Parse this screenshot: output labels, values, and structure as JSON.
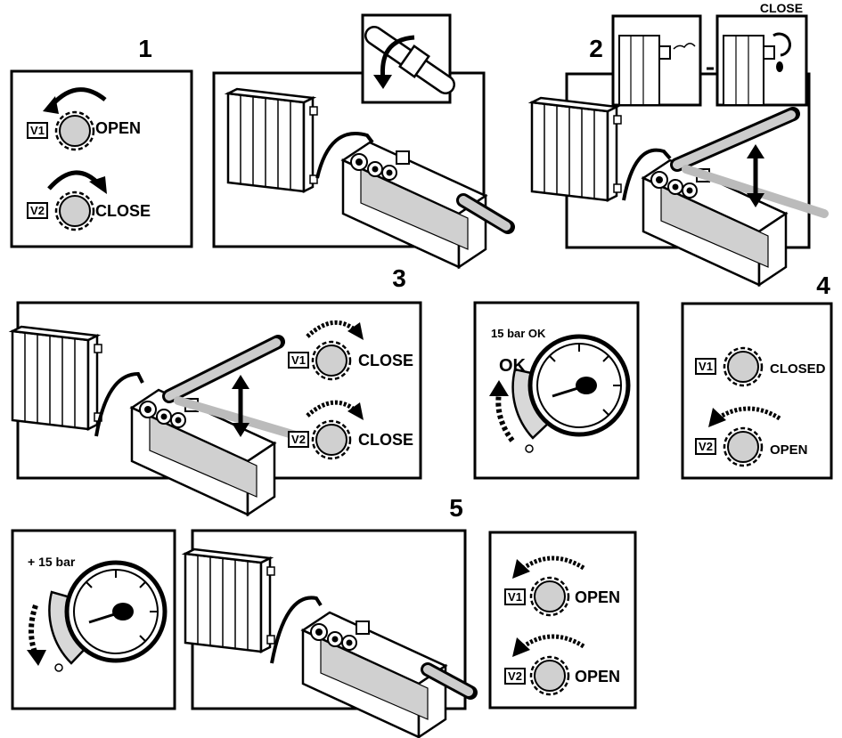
{
  "steps": {
    "s1": "1",
    "s2": "2",
    "s3": "3",
    "s4": "4",
    "s5": "5"
  },
  "step1": {
    "v1": {
      "tag": "V1",
      "state": "OPEN"
    },
    "v2": {
      "tag": "V2",
      "state": "CLOSE"
    }
  },
  "step2": {
    "detail_label": "CLOSE"
  },
  "step3": {
    "v1": {
      "tag": "V1",
      "state": "CLOSE"
    },
    "v2": {
      "tag": "V2",
      "state": "CLOSE"
    }
  },
  "step4": {
    "gauge_caption": "15 bar OK",
    "gauge_ok": "OK",
    "v1": {
      "tag": "V1",
      "state": "CLOSED"
    },
    "v2": {
      "tag": "V2",
      "state": "OPEN"
    }
  },
  "step5": {
    "gauge_caption": "+ 15 bar",
    "v1": {
      "tag": "V1",
      "state": "OPEN"
    },
    "v2": {
      "tag": "V2",
      "state": "OPEN"
    }
  },
  "colors": {
    "ink": "#000000",
    "fill_grey": "#cccccc",
    "muted_text": "#bbbbbb"
  }
}
